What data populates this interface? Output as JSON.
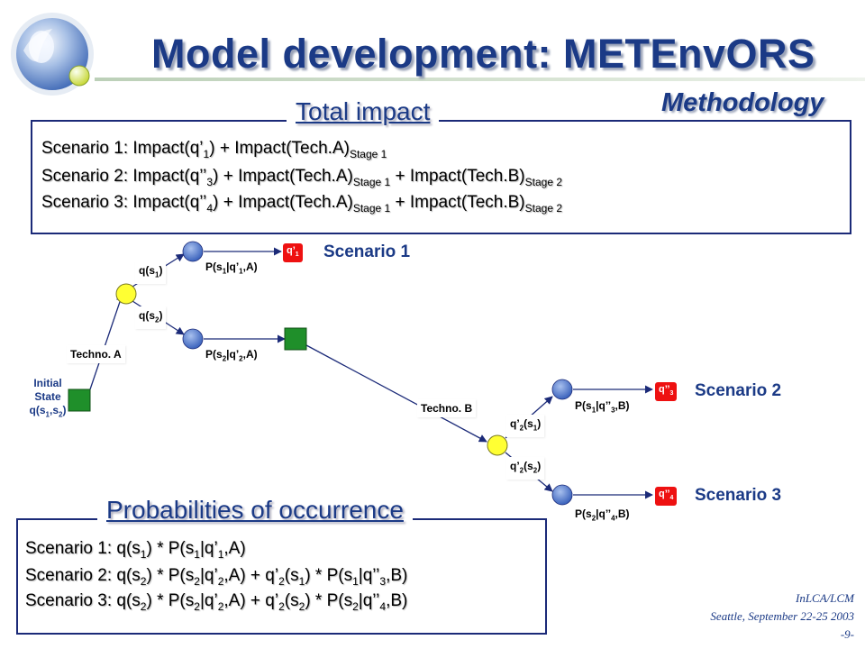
{
  "header": {
    "title": "Model development: METEnvORS",
    "subtitle": "Methodology"
  },
  "total_impact": {
    "heading": "Total impact",
    "lines": [
      [
        {
          "t": "Scenario 1: Impact(q’"
        },
        {
          "sub": "1"
        },
        {
          "t": ") + Impact(Tech.A)"
        },
        {
          "sub": "Stage 1"
        }
      ],
      [
        {
          "t": "Scenario 2: Impact(q’’"
        },
        {
          "sub": "3"
        },
        {
          "t": ") + Impact(Tech.A)"
        },
        {
          "sub": "Stage 1"
        },
        {
          "t": " + Impact(Tech.B)"
        },
        {
          "sub": "Stage 2"
        }
      ],
      [
        {
          "t": "Scenario 3: Impact(q’’"
        },
        {
          "sub": "4"
        },
        {
          "t": ") + Impact(Tech.A)"
        },
        {
          "sub": "Stage 1"
        },
        {
          "t": " + Impact(Tech.B)"
        },
        {
          "sub": "Stage 2"
        }
      ]
    ]
  },
  "probabilities": {
    "heading": "Probabilities of occurrence",
    "lines": [
      [
        {
          "t": "Scenario 1: q(s"
        },
        {
          "sub": "1"
        },
        {
          "t": ") * P(s"
        },
        {
          "sub": "1"
        },
        {
          "t": "|q’"
        },
        {
          "sub": "1"
        },
        {
          "t": ",A)"
        }
      ],
      [
        {
          "t": "Scenario 2: q(s"
        },
        {
          "sub": "2"
        },
        {
          "t": ") * P(s"
        },
        {
          "sub": "2"
        },
        {
          "t": "|q’"
        },
        {
          "sub": "2"
        },
        {
          "t": ",A) + q’"
        },
        {
          "sub": "2"
        },
        {
          "t": "(s"
        },
        {
          "sub": "1"
        },
        {
          "t": ") * P(s"
        },
        {
          "sub": "1"
        },
        {
          "t": "|q’’"
        },
        {
          "sub": "3"
        },
        {
          "t": ",B)"
        }
      ],
      [
        {
          "t": "Scenario 3: q(s"
        },
        {
          "sub": "2"
        },
        {
          "t": ") * P(s"
        },
        {
          "sub": "2"
        },
        {
          "t": "|q’"
        },
        {
          "sub": "2"
        },
        {
          "t": ",A) + q’"
        },
        {
          "sub": "2"
        },
        {
          "t": "(s"
        },
        {
          "sub": "2"
        },
        {
          "t": ") * P(s"
        },
        {
          "sub": "2"
        },
        {
          "t": "|q’’"
        },
        {
          "sub": "4"
        },
        {
          "t": ",B)"
        }
      ]
    ]
  },
  "diagram": {
    "initial_state": [
      {
        "t": "Initial"
      },
      {
        "br": true
      },
      {
        "t": "State"
      },
      {
        "br": true
      },
      {
        "t": "q(s"
      },
      {
        "sub": "1"
      },
      {
        "t": ",s"
      },
      {
        "sub": "2"
      },
      {
        "t": ")"
      }
    ],
    "techno_a": [
      {
        "t": "Techno. A"
      }
    ],
    "techno_b": [
      {
        "t": "Techno. B"
      }
    ],
    "q_s1": [
      {
        "t": "q(s"
      },
      {
        "sub": "1"
      },
      {
        "t": ")"
      }
    ],
    "q_s2": [
      {
        "t": "q(s"
      },
      {
        "sub": "2"
      },
      {
        "t": ")"
      }
    ],
    "p_s1_a": [
      {
        "t": "P(s"
      },
      {
        "sub": "1"
      },
      {
        "t": "|q’"
      },
      {
        "sub": "1"
      },
      {
        "t": ",A)"
      }
    ],
    "p_s2_a": [
      {
        "t": "P(s"
      },
      {
        "sub": "2"
      },
      {
        "t": "|q’"
      },
      {
        "sub": "2"
      },
      {
        "t": ",A)"
      }
    ],
    "q2_s1": [
      {
        "t": "q’"
      },
      {
        "sub": "2"
      },
      {
        "t": "(s"
      },
      {
        "sub": "1"
      },
      {
        "t": ")"
      }
    ],
    "q2_s2": [
      {
        "t": "q’"
      },
      {
        "sub": "2"
      },
      {
        "t": "(s"
      },
      {
        "sub": "2"
      },
      {
        "t": ")"
      }
    ],
    "p_s1_b": [
      {
        "t": "P(s"
      },
      {
        "sub": "1"
      },
      {
        "t": "|q’’"
      },
      {
        "sub": "3"
      },
      {
        "t": ",B)"
      }
    ],
    "p_s2_b": [
      {
        "t": "P(s"
      },
      {
        "sub": "2"
      },
      {
        "t": "|q’’"
      },
      {
        "sub": "4"
      },
      {
        "t": ",B)"
      }
    ],
    "out_q1": [
      {
        "t": "q’"
      },
      {
        "sub": "1"
      }
    ],
    "out_q3": [
      {
        "t": "q’’"
      },
      {
        "sub": "3"
      }
    ],
    "out_q4": [
      {
        "t": "q’’"
      },
      {
        "sub": "4"
      }
    ],
    "scenario_1": "Scenario 1",
    "scenario_2": "Scenario 2",
    "scenario_3": "Scenario 3"
  },
  "footer": {
    "line1": "InLCA/LCM",
    "line2": "Seattle, September 22-25 2003",
    "line3": "-9-"
  },
  "colors": {
    "title_blue": "#1b3a86",
    "decision_node_green": "#1f8f2a",
    "chance_node_yellow": "#ffff33",
    "terminal_node_blue": "#4a72c8",
    "outcome_red": "#ee1111",
    "box_border": "#1b2a78"
  }
}
